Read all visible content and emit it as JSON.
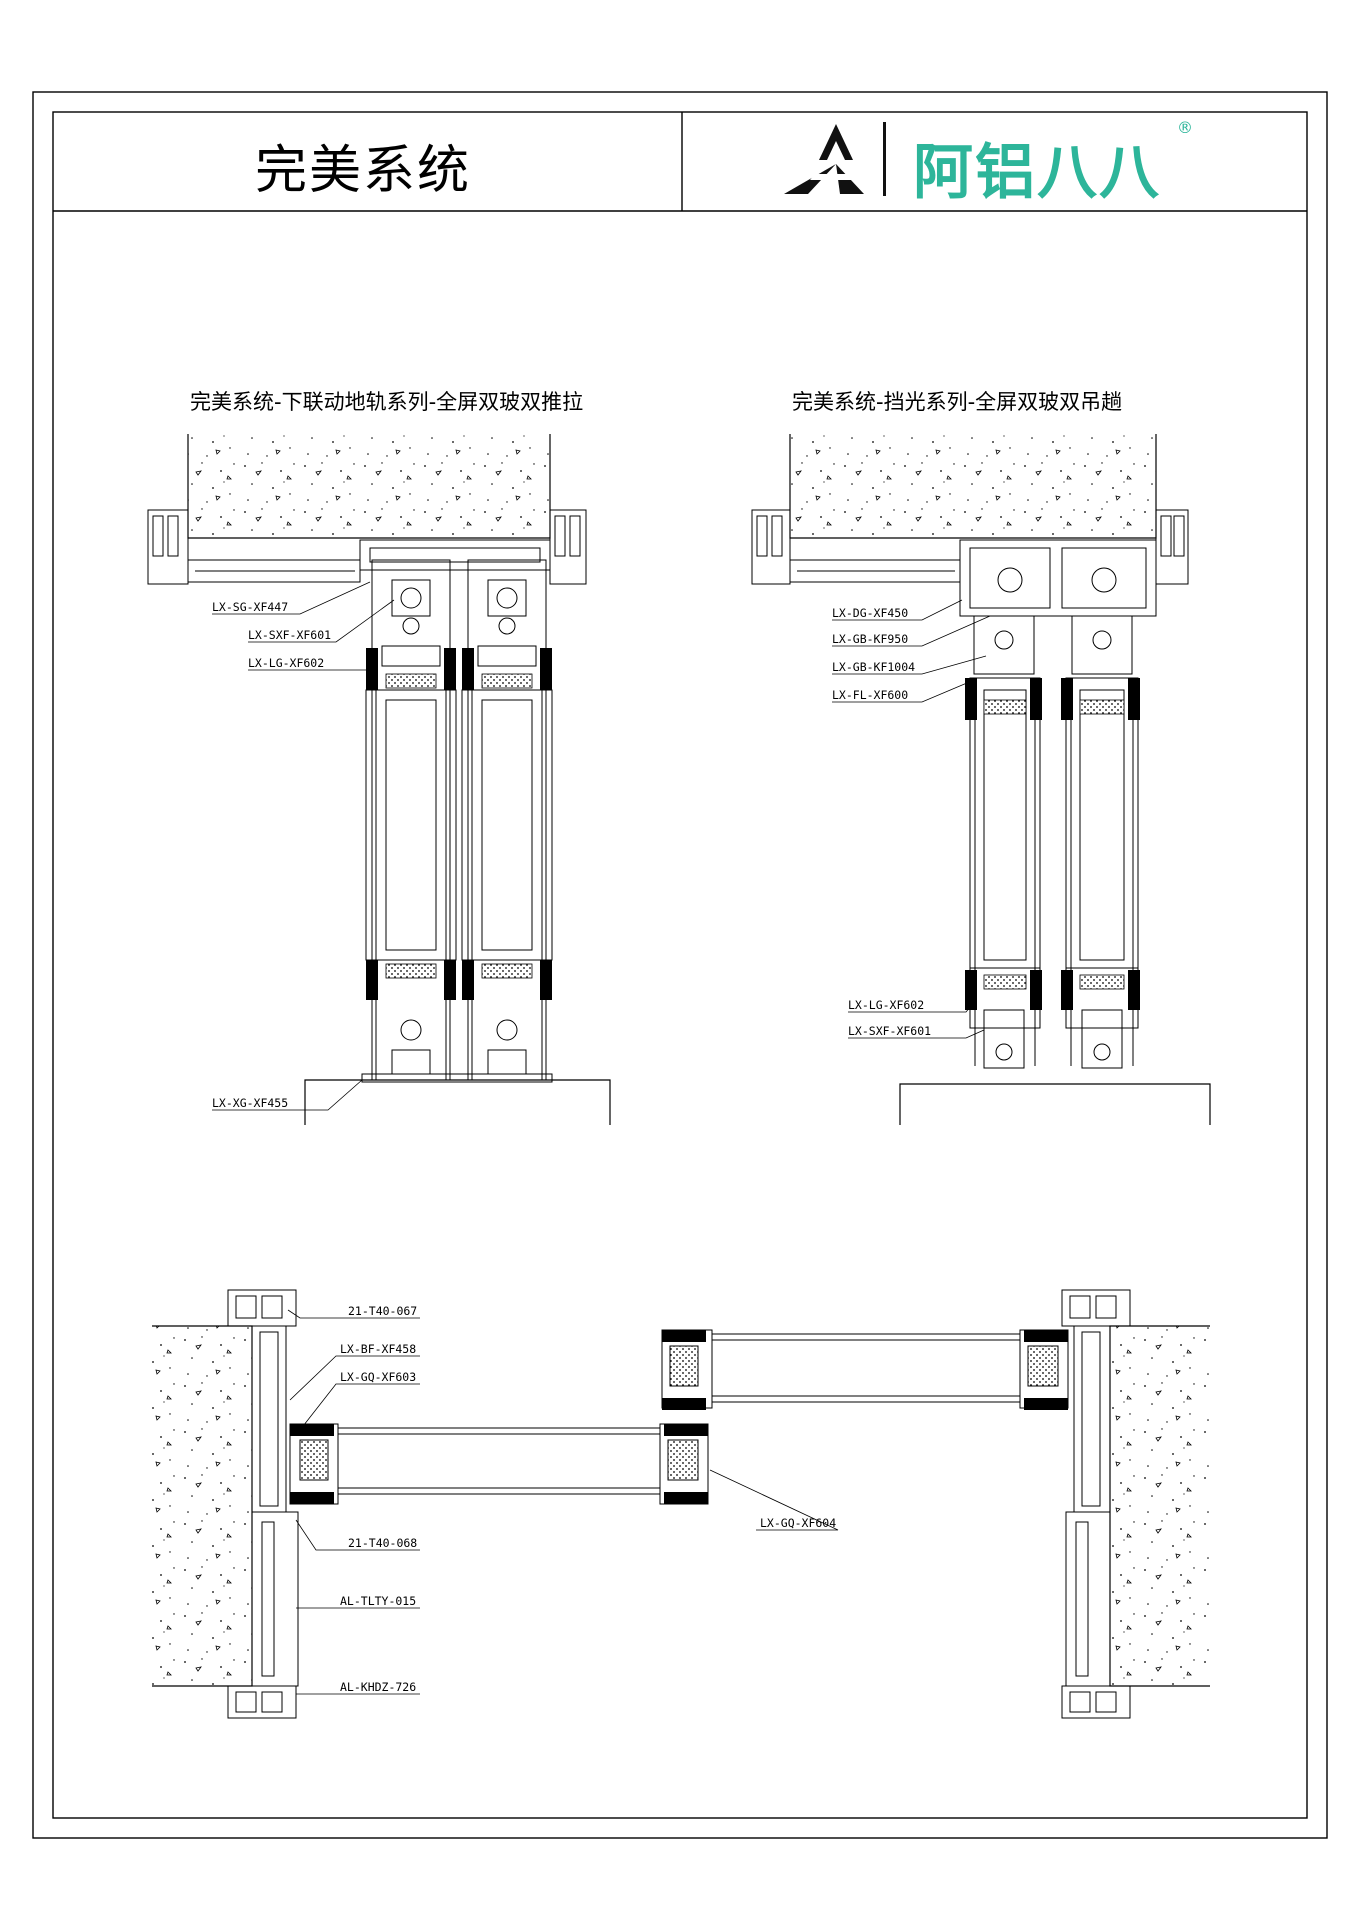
{
  "header": {
    "title": "完美系统",
    "brand_name": "阿铝八八",
    "brand_mark": "®",
    "brand_color": "#2db59a"
  },
  "sections": {
    "left_title": "完美系统-下联动地轨系列-全屏双玻双推拉",
    "right_title": "完美系统-挡光系列-全屏双玻双吊趟"
  },
  "labels": {
    "left": [
      "LX-SG-XF447",
      "LX-SXF-XF601",
      "LX-LG-XF602",
      "LX-XG-XF455"
    ],
    "right_top": [
      "LX-DG-XF450",
      "LX-GB-KF950",
      "LX-GB-KF1004",
      "LX-FL-XF600"
    ],
    "right_bottom": [
      "LX-LG-XF602",
      "LX-SXF-XF601"
    ],
    "plan_left": [
      "21-T40-067",
      "LX-BF-XF458",
      "LX-GQ-XF603",
      "21-T40-068",
      "AL-TLTY-015",
      "AL-KHDZ-726"
    ],
    "plan_right": [
      "LX-GQ-XF604"
    ]
  }
}
